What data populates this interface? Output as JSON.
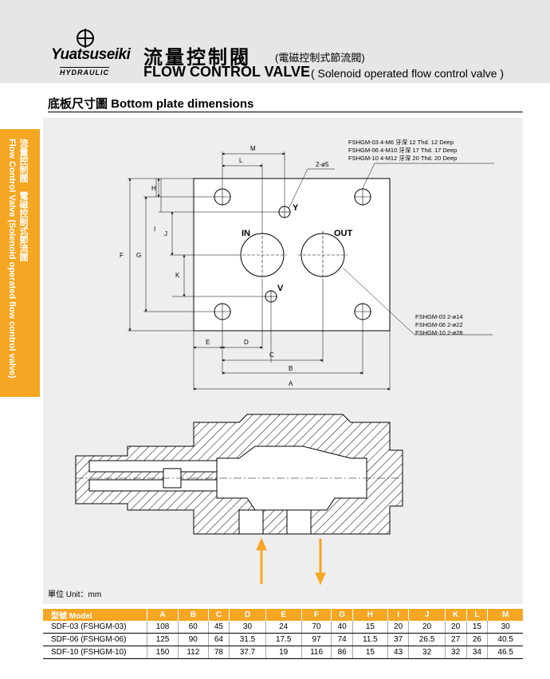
{
  "brand": {
    "name": "Yuatsuseiki",
    "sub": "HYDRAULIC"
  },
  "title": {
    "zh": "流量控制閥",
    "zh_sub": "(電磁控制式節流閥)",
    "en": "FLOW CONTROL VALVE",
    "en_sub": "( Solenoid operated flow control valve )"
  },
  "section": {
    "title": "底板尺寸圖  Bottom plate dimensions"
  },
  "side_tab": {
    "zh": "流量控制閥　電磁控制式節流閥",
    "en": "Flow Control Valve (Solenoid operated flow control valve)"
  },
  "diagram": {
    "labels": {
      "M": "M",
      "L": "L",
      "H": "H",
      "I": "I",
      "J": "J",
      "K": "K",
      "F": "F",
      "G": "G",
      "E": "E",
      "D": "D",
      "C": "C",
      "B": "B",
      "A": "A",
      "Y": "Y",
      "V": "V",
      "IN": "IN",
      "OUT": "OUT",
      "pin": "2-ø5"
    },
    "note_top": [
      "FSHGM-03   4-M6 牙深 12 Thd. 12 Deep",
      "FSHGM-06   4-M10 牙深 17 Thd. 17 Deep",
      "FSHGM-10   4-M12 牙深 20 Thd. 20 Deep"
    ],
    "note_right": [
      "FSHGM-03   2-ø14",
      "FSHGM-06   2-ø22",
      "FSHGM-10   2-ø28"
    ]
  },
  "unit": "單位 Unit：mm",
  "table": {
    "headers": [
      "型號 Model",
      "A",
      "B",
      "C",
      "D",
      "E",
      "F",
      "G",
      "H",
      "I",
      "J",
      "K",
      "L",
      "M"
    ],
    "rows": [
      [
        "SDF-03 (FSHGM-03)",
        "108",
        "60",
        "45",
        "30",
        "24",
        "70",
        "40",
        "15",
        "20",
        "20",
        "20",
        "15",
        "30"
      ],
      [
        "SDF-06 (FSHGM-06)",
        "125",
        "90",
        "64",
        "31.5",
        "17.5",
        "97",
        "74",
        "11.5",
        "37",
        "26.5",
        "27",
        "26",
        "40.5"
      ],
      [
        "SDF-10 (FSHGM-10)",
        "150",
        "112",
        "78",
        "37.7",
        "19",
        "116",
        "86",
        "15",
        "43",
        "32",
        "32",
        "34",
        "46.5"
      ]
    ]
  },
  "colors": {
    "accent": "#f5a623",
    "panel": "#eeeeee",
    "header": "#e6e6e6"
  }
}
